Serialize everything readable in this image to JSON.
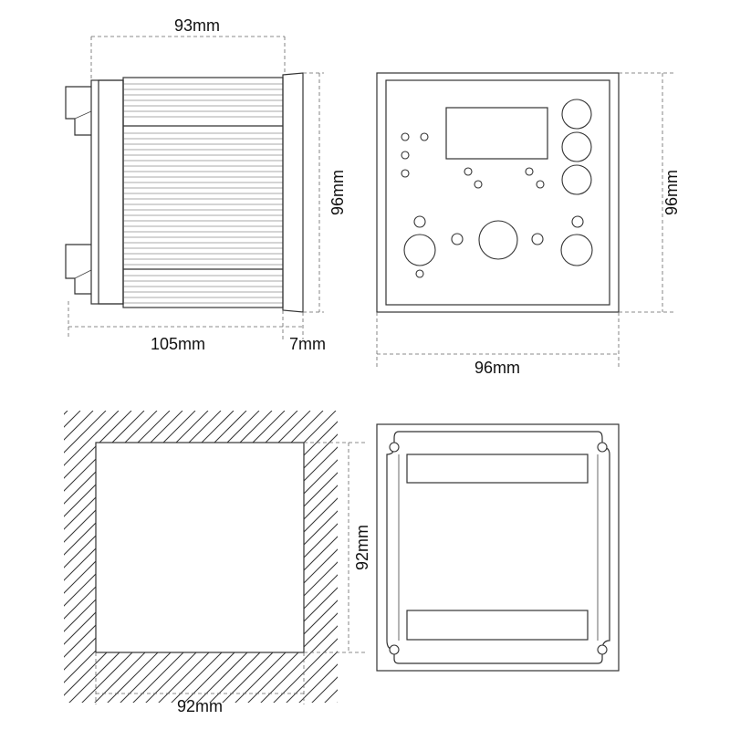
{
  "diagram": {
    "side_view": {
      "width_label": "93mm",
      "height_label": "96mm",
      "depth_label": "105mm",
      "bezel_label": "7mm"
    },
    "front_view": {
      "height_label": "96mm",
      "width_label": "96mm"
    },
    "panel_cutout": {
      "height_label": "92mm",
      "width_label": "92mm"
    }
  }
}
